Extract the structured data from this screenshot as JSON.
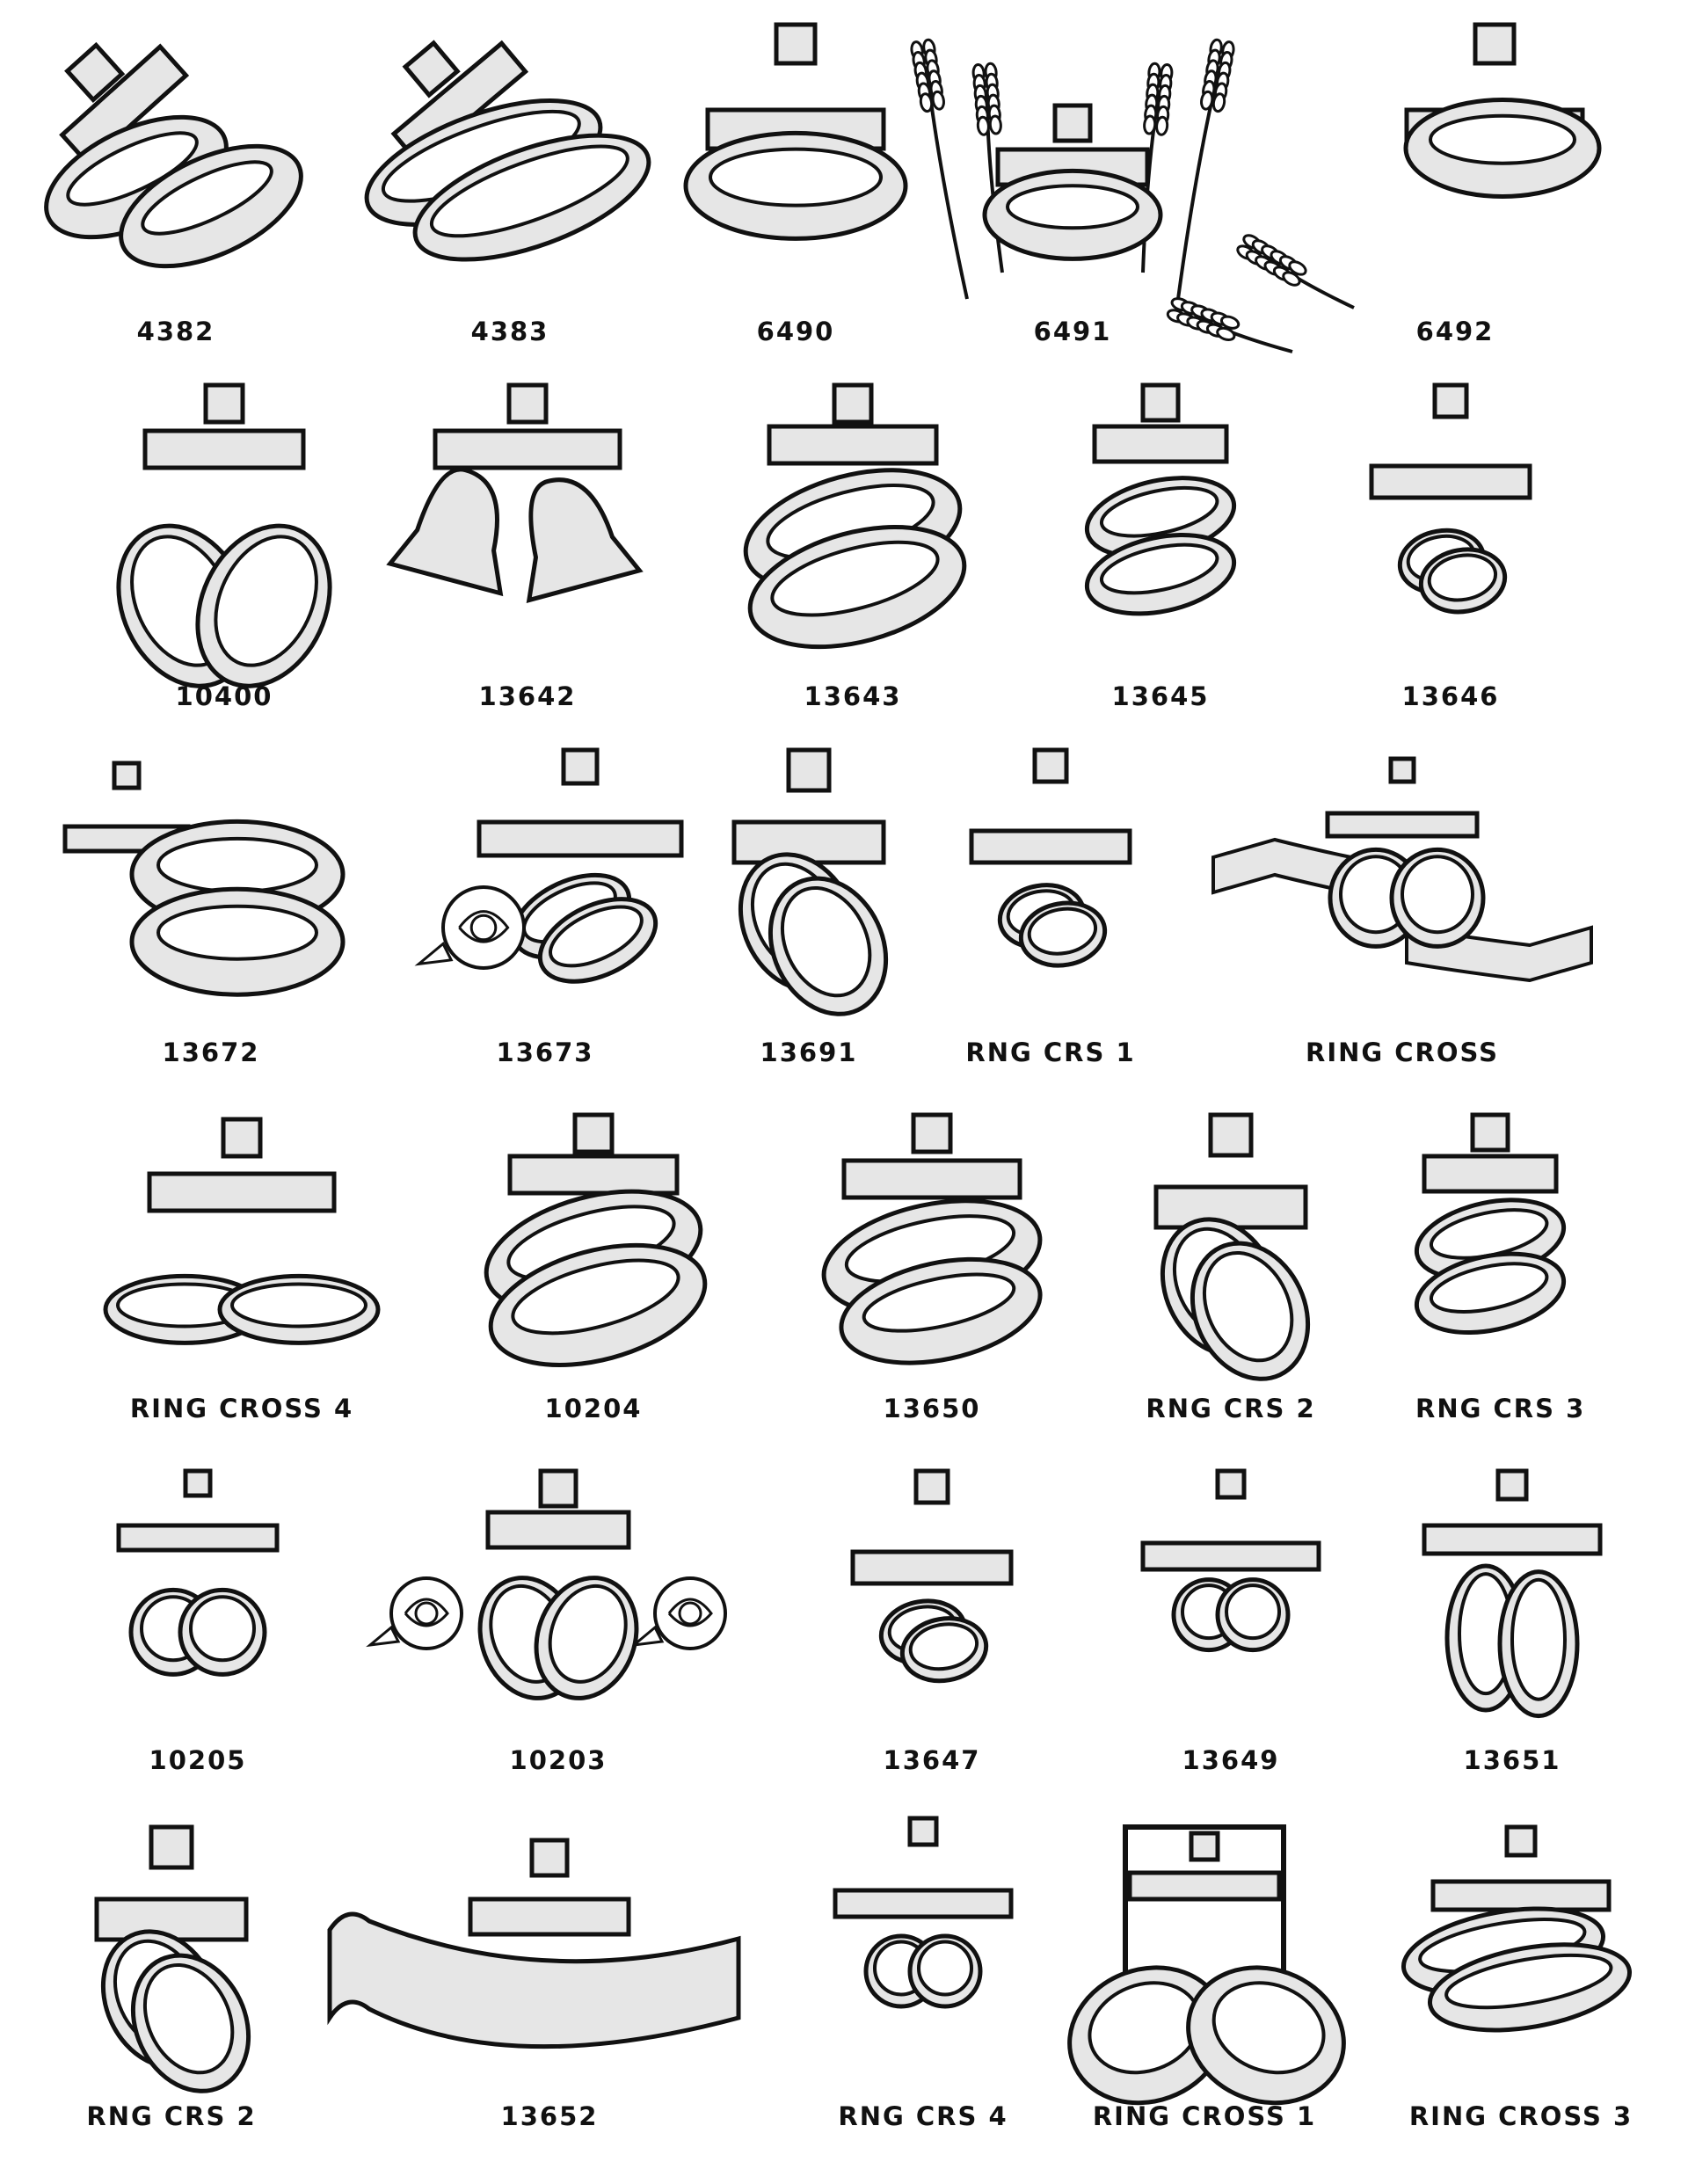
{
  "sheet": {
    "fill_color": "#e6e6e6",
    "line_color": "#111111",
    "background": "#ffffff"
  },
  "designs": [
    {
      "code": "4382",
      "motif": "cross-with-two-rings-icon"
    },
    {
      "code": "4383",
      "motif": "beveled-cross-with-two-rings-icon"
    },
    {
      "code": "6490",
      "motif": "cross-with-single-ring-icon"
    },
    {
      "code": "6491",
      "motif": "cross-ring-and-wheat-icon"
    },
    {
      "code": "6492",
      "motif": "cross-ring-and-wheat-spray-icon"
    },
    {
      "code": "10400",
      "motif": "cross-with-heart-rings-icon"
    },
    {
      "code": "13642",
      "motif": "cross-with-wedding-bells-icon"
    },
    {
      "code": "13643",
      "motif": "cross-with-two-rings-icon"
    },
    {
      "code": "13645",
      "motif": "cross-with-two-rings-icon"
    },
    {
      "code": "13646",
      "motif": "cross-with-two-rings-icon"
    },
    {
      "code": "13672",
      "motif": "cross-with-two-rings-icon"
    },
    {
      "code": "13673",
      "motif": "cross-with-rings-and-rose-icon"
    },
    {
      "code": "13691",
      "motif": "cross-with-two-rings-icon"
    },
    {
      "code": "RNG CRS 1",
      "motif": "cross-with-interlocked-rings-icon"
    },
    {
      "code": "RING CROSS",
      "motif": "cross-with-rings-and-banner-icon"
    },
    {
      "code": "RING CROSS 4",
      "motif": "cross-with-flat-rings-icon"
    },
    {
      "code": "10204",
      "motif": "cross-with-two-rings-icon"
    },
    {
      "code": "13650",
      "motif": "wooden-cross-with-rings-icon"
    },
    {
      "code": "RNG CRS 2",
      "motif": "cross-with-two-rings-icon"
    },
    {
      "code": "RNG CRS 3",
      "motif": "cross-with-two-rings-icon"
    },
    {
      "code": "10205",
      "motif": "gothic-cross-with-rings-icon"
    },
    {
      "code": "10203",
      "motif": "cross-with-heart-rings-and-roses-icon"
    },
    {
      "code": "13647",
      "motif": "cross-with-two-rings-icon"
    },
    {
      "code": "13649",
      "motif": "cross-with-interlocked-rings-icon"
    },
    {
      "code": "13651",
      "motif": "cross-with-upright-rings-icon"
    },
    {
      "code": "RNG CRS 2",
      "motif": "cross-with-two-rings-icon"
    },
    {
      "code": "13652",
      "motif": "cross-with-scroll-banner-icon"
    },
    {
      "code": "RNG CRS 4",
      "motif": "cross-with-interlocked-rings-icon"
    },
    {
      "code": "RING CROSS 1",
      "motif": "framed-cross-with-two-rings-icon"
    },
    {
      "code": "RING CROSS 3",
      "motif": "botonnee-cross-with-rings-icon"
    }
  ]
}
